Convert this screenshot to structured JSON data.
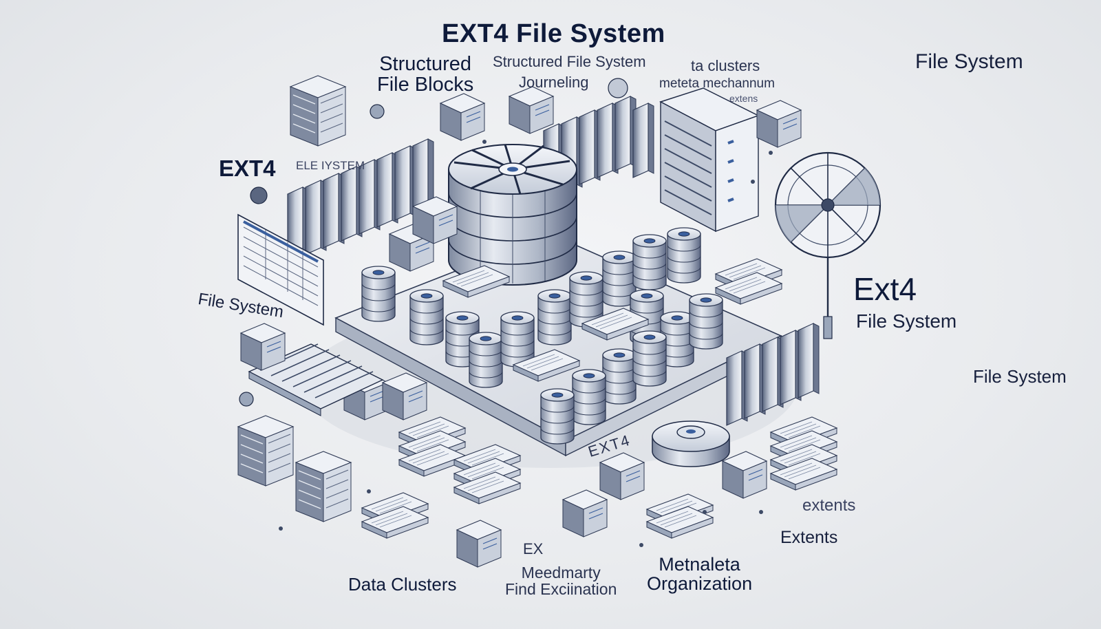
{
  "diagram": {
    "title": "EXT4 File System",
    "labels": {
      "structured_file_blocks_line1": "Structured",
      "structured_file_blocks_line2": "File Blocks",
      "structured_file_system": "Structured File System",
      "journaling": "Journeling",
      "ta_clusters": "ta clusters",
      "metadata_mechanism": "meteta mechannum",
      "extens": "extens",
      "file_system_top_right": "File System",
      "ext4_left": "EXT4",
      "ext4_left_sub": "ELE IYSTEM",
      "file_system_left": "File System",
      "ext4_right": "Ext4",
      "file_system_right": "File System",
      "file_system_far_right": "File System",
      "extents_small": "extents",
      "extents": "Extents",
      "metadata_org_line1": "Metnaleta",
      "metadata_org_line2": "Organization",
      "data_clusters": "Data Clusters",
      "meedmarty_line1": "Meedmarty",
      "meedmarty_line2": "Find Exciination",
      "ext_small": "EX",
      "ext4_platform": "EXT4"
    },
    "colors": {
      "ink": "#17203d",
      "steel_light": "#dde3ec",
      "steel_mid": "#9aa6ba",
      "steel_dark": "#3d4a66",
      "accent_blue": "#3a5f9e"
    }
  }
}
